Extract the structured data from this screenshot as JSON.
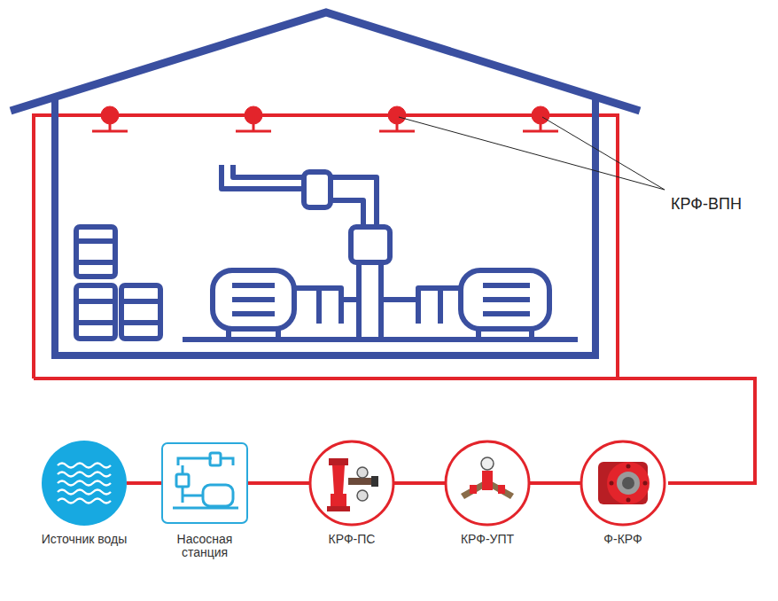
{
  "diagram": {
    "nodes": [
      {
        "text": [
          "Источник воды"
        ]
      },
      {
        "text": [
          "Насосная станция"
        ]
      },
      {
        "text": [
          "КРФ-ПС"
        ]
      },
      {
        "text": [
          "КРФ-УПТ"
        ]
      },
      {
        "text": [
          "Ф-КРФ"
        ]
      }
    ],
    "edges": [
      {
        "from": 0,
        "to": 1,
        "arrow": "none"
      },
      {
        "from": 1,
        "to": 2,
        "arrow": "none"
      },
      {
        "from": 2,
        "to": 3,
        "arrow": "none"
      },
      {
        "from": 3,
        "to": 4,
        "arrow": "none"
      }
    ],
    "labels": [
      "КРФ-ВПН"
    ]
  }
}
